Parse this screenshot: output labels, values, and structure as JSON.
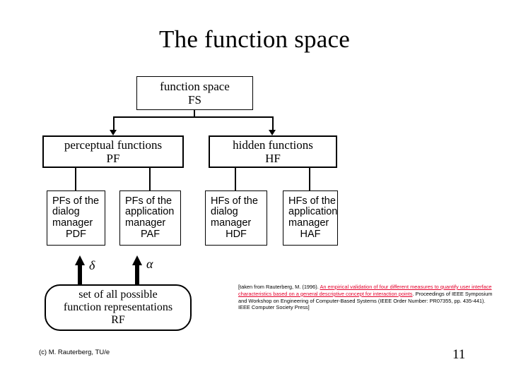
{
  "slide": {
    "title": "The function space"
  },
  "diagram": {
    "root": {
      "name": "function space",
      "code": "FS"
    },
    "level2": [
      {
        "name": "perceptual functions",
        "code": "PF"
      },
      {
        "name": "hidden functions",
        "code": "HF"
      }
    ],
    "leaves": [
      {
        "line1": "PFs of the",
        "line2": "dialog",
        "line3": "manager",
        "code": "PDF"
      },
      {
        "line1": "PFs of the",
        "line2": "application",
        "line3": "manager",
        "code": "PAF"
      },
      {
        "line1": "HFs of the",
        "line2": "dialog",
        "line3": "manager",
        "code": "HDF"
      },
      {
        "line1": "HFs of the",
        "line2": "application",
        "line3": "manager",
        "code": "HAF"
      }
    ],
    "arrow_labels": {
      "left": "δ",
      "right": "α"
    },
    "base": {
      "line1": "set of all possible",
      "line2": "function representations",
      "code": "RF"
    }
  },
  "citation": {
    "prefix": "[taken from Rauterberg, M. (1996). ",
    "link": "An empirical validation of four different measures to quantify user interface characteristics based on a general descriptive concept for interaction points",
    "suffix": ". Proceedings of IEEE Symposium and Workshop on Engineering of Computer-Based Systems (IEEE Order Number: PR07355, pp. 435-441). IEEE Computer Society Press]",
    "link_color": "#e4002b"
  },
  "footer": {
    "copyright": "(c) M. Rauterberg, TU/e",
    "page_number": "11"
  }
}
